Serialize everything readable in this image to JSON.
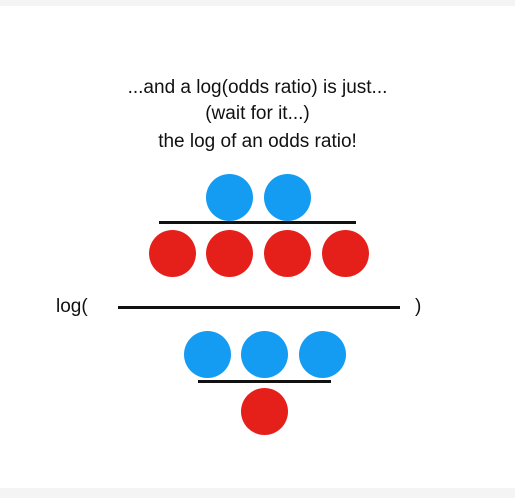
{
  "caption": {
    "line1": "...and a log(odds ratio) is just...",
    "line2": "(wait for it...)",
    "line3": "the log of an odds ratio!"
  },
  "expression": {
    "prefix": "log(",
    "suffix": ")"
  },
  "odds_top": {
    "numerator": [
      "blue",
      "blue"
    ],
    "denominator": [
      "red",
      "red",
      "red",
      "red"
    ]
  },
  "odds_bottom": {
    "numerator": [
      "blue",
      "blue",
      "blue"
    ],
    "denominator": [
      "red"
    ]
  },
  "colors": {
    "blue": "#139cf2",
    "red": "#e51f1a",
    "ink": "#111111"
  }
}
